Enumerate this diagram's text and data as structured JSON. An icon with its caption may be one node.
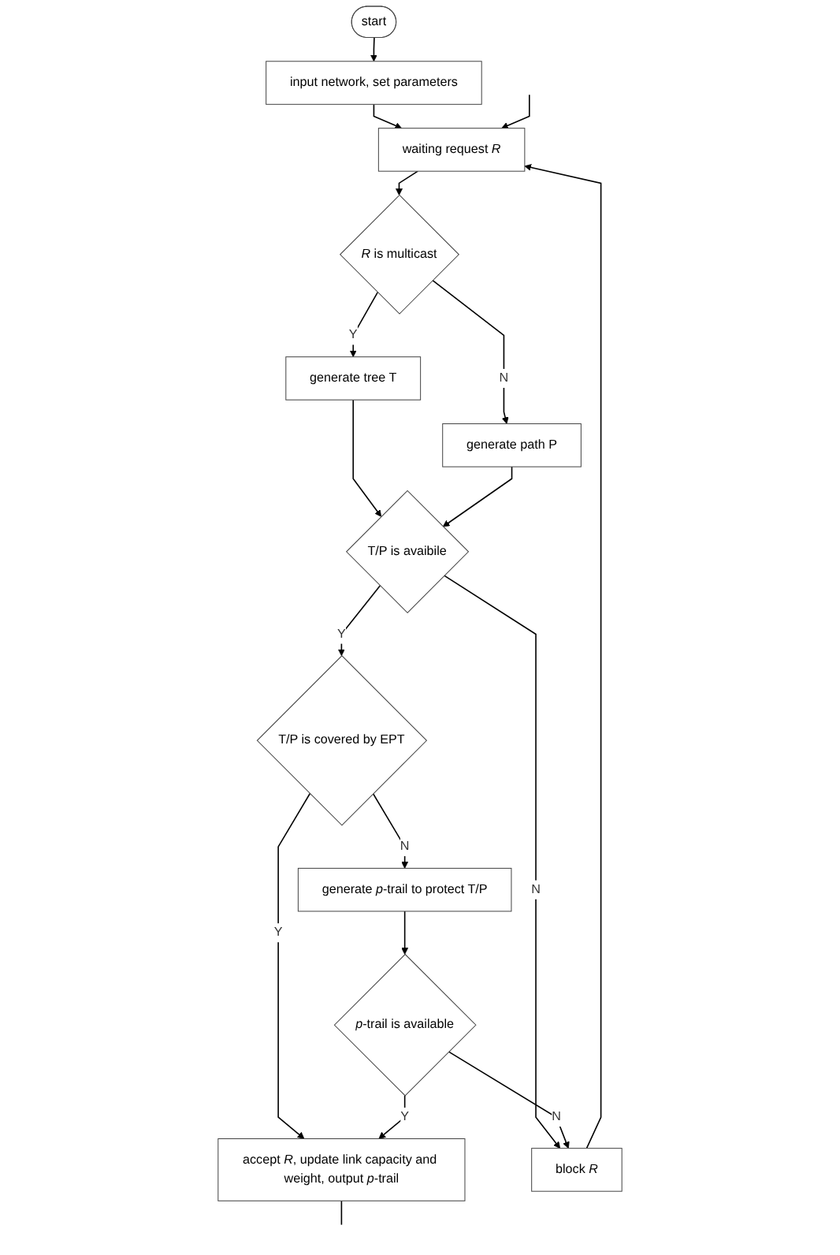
{
  "diagram": {
    "nodes": [
      {
        "text": [
          "start"
        ]
      },
      {
        "text": [
          "input network, set parameters"
        ]
      },
      {
        "text": [
          "waiting request *R*"
        ]
      },
      {
        "text": [
          "*R* is multicast"
        ]
      },
      {
        "text": [
          "generate tree T"
        ]
      },
      {
        "text": [
          "generate path P"
        ]
      },
      {
        "text": [
          "block *R*"
        ]
      },
      {
        "text": [
          "T/P is avaibile"
        ]
      },
      {
        "text": [
          "T/P is covered by EPT"
        ]
      },
      {
        "text": [
          "generate *p*-trail to protect T/P"
        ]
      },
      {
        "text": [
          "*p*-trail is available"
        ]
      },
      {
        "text": [
          "accept *R*, update link capacity and weight, output *p*-trail"
        ]
      }
    ],
    "edges": [
      {
        "from": 0,
        "to": 1,
        "arrow": "to"
      },
      {
        "from": 1,
        "to": 2,
        "arrow": "to"
      },
      {
        "from": 2,
        "to": 3,
        "arrow": "to"
      },
      {
        "from": 3,
        "to": 4,
        "label": "Y",
        "arrow": "to"
      },
      {
        "from": 3,
        "to": 5,
        "label": "N",
        "arrow": "to"
      },
      {
        "from": 4,
        "to": 7,
        "arrow": "to"
      },
      {
        "from": 5,
        "to": 7,
        "arrow": "to"
      },
      {
        "from": 7,
        "to": 6,
        "label": "N",
        "arrow": "to"
      },
      {
        "from": 6,
        "to": 2,
        "arrow": "to"
      },
      {
        "from": null,
        "to": 2,
        "arrow": "to"
      },
      {
        "from": 7,
        "to": 8,
        "label": "Y",
        "arrow": "to"
      },
      {
        "from": 8,
        "to": 9,
        "label": "N",
        "arrow": "to"
      },
      {
        "from": 8,
        "to": 11,
        "label": "Y",
        "arrow": "to"
      },
      {
        "from": 9,
        "to": 10,
        "arrow": "to"
      },
      {
        "from": 10,
        "to": 6,
        "label": "N",
        "arrow": "to"
      },
      {
        "from": 10,
        "to": 11,
        "label": "Y",
        "arrow": "to"
      },
      {
        "from": 11,
        "to": null,
        "arrow": "none"
      }
    ]
  }
}
